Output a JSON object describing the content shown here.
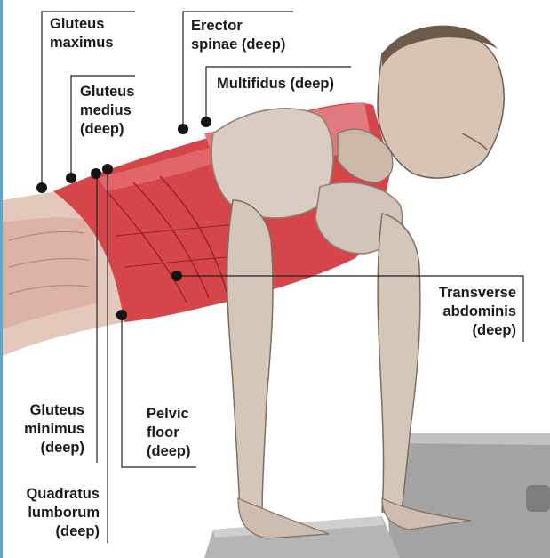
{
  "labels": {
    "gluteus_maximus": [
      "Gluteus",
      "maximus"
    ],
    "gluteus_medius": [
      "Gluteus",
      "medius",
      "(deep)"
    ],
    "erector_spinae": [
      "Erector",
      "spinae (deep)"
    ],
    "multifidus": [
      "Multifidus (deep)"
    ],
    "transverse_abdominis": [
      "Transverse",
      "abdominis",
      "(deep)"
    ],
    "gluteus_minimus": [
      "Gluteus",
      "minimus",
      "(deep)"
    ],
    "pelvic_floor": [
      "Pelvic",
      "floor",
      "(deep)"
    ],
    "quadratus_lumborum": [
      "Quadratus",
      "lumborum",
      "(deep)"
    ]
  },
  "colors": {
    "leader_line": "#222222",
    "marker": "#141414",
    "muscle_highlight": "#d6454a",
    "skin_muscle": "#d8c9bb",
    "platform": "#9c9c9c",
    "accent_rule": "#5fa7c9"
  }
}
